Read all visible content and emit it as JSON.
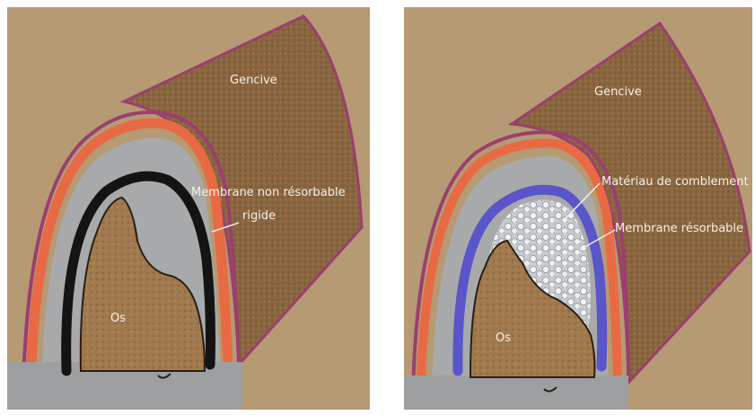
{
  "left_panel": {
    "gum_label": "Gencive",
    "membrane_label_line1": "Membrane non résorbable",
    "membrane_label_line2": "rigide",
    "bone_label": "Os"
  },
  "right_panel": {
    "gum_label": "Gencive",
    "filler_label": "Matériau de comblement",
    "membrane_label": "Membrane résorbable",
    "bone_label": "Os"
  },
  "colors": {
    "background": "#b59a73",
    "gum": "#8a6640",
    "gum_outline": "#9b3f6e",
    "periosteum": "#e86a44",
    "gray_tissue": "#a7a9ab",
    "rigid_membrane": "#141414",
    "resorbable_membrane": "#5a55c8",
    "filler": "#e6e8ea",
    "bone": "#a07a4e"
  }
}
